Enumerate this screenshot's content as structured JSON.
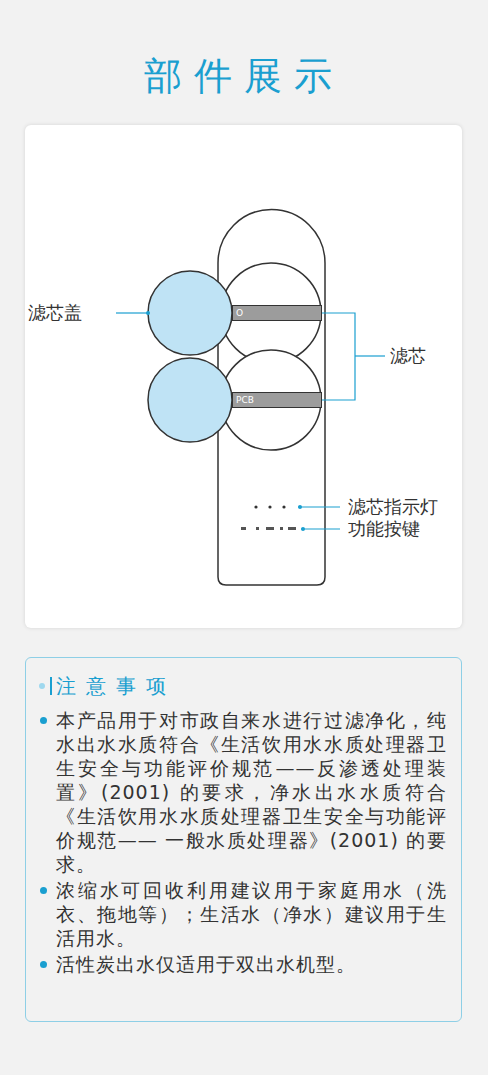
{
  "diagram": {
    "title": "部件展示",
    "nodes": [
      {
        "text": [
          "O"
        ]
      },
      {
        "text": [
          "PCB"
        ]
      },
      {
        "text": [
          "注意事项",
          "本产品用于对市政自来水进行过滤净化，纯水出水水质符合《生活饮用水水质处理器卫生安全与功能评价规范——反渗透处理装置》(2001) 的要求，净水出水水质符合《生活饮用水水质处理器卫生安全与功能评价规范—— 一般水质处理器》(2001) 的要求。",
          "浓缩水可回收利用建议用于家庭用水（洗衣、拖地等）；生活水（净水）建议用于生活用水。",
          "活性炭出水仅适用于双出水机型。"
        ]
      }
    ],
    "labels": [
      "滤芯盖",
      "滤芯",
      "滤芯指示灯",
      "功能按键"
    ]
  }
}
